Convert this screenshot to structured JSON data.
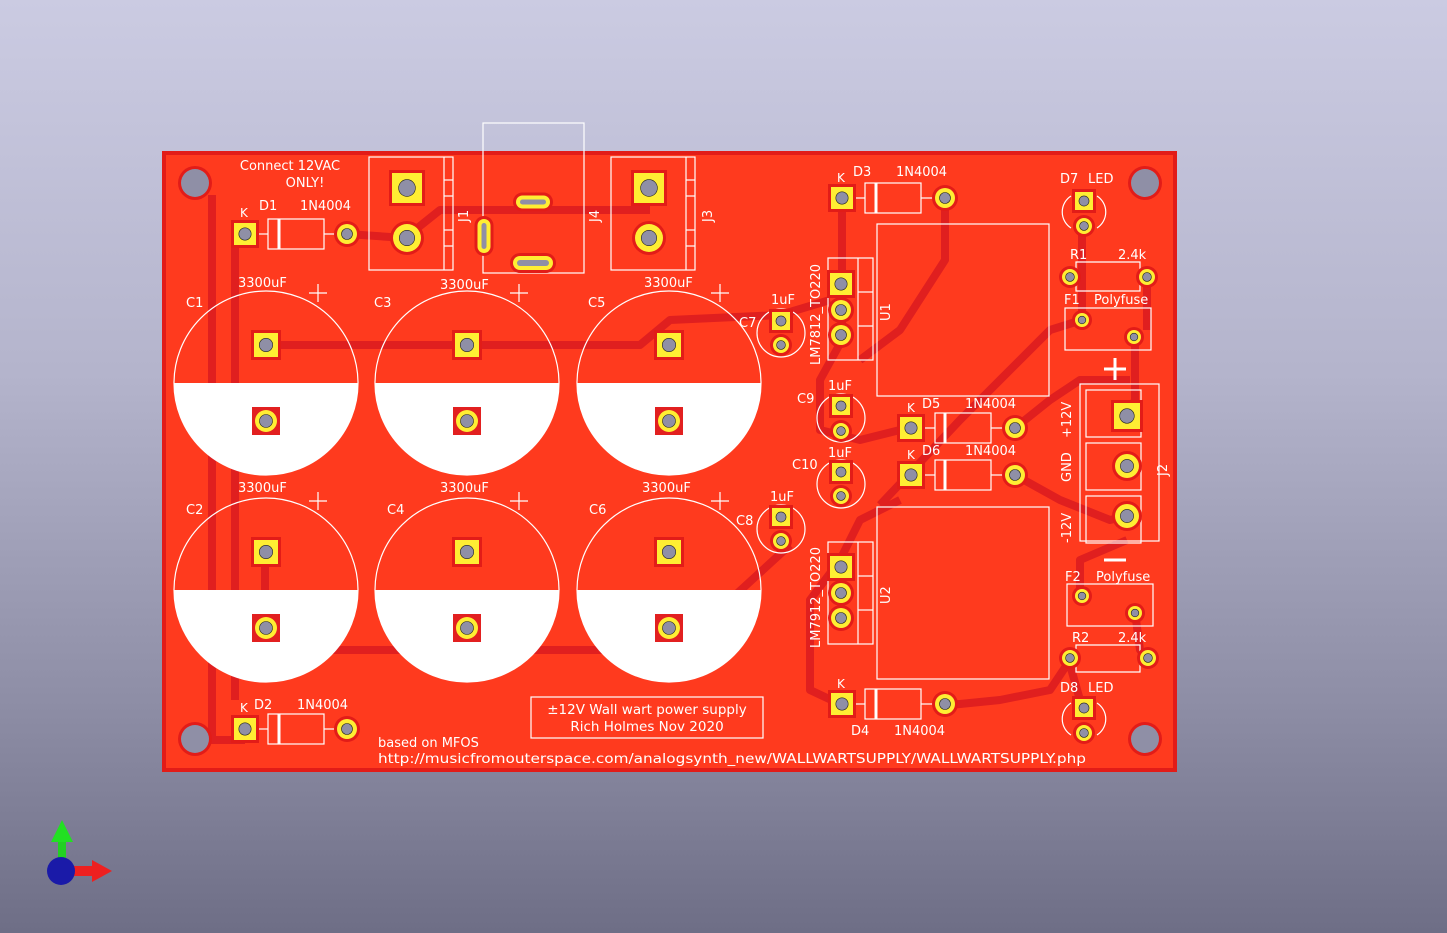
{
  "viewer": {
    "title": "3D Viewer"
  },
  "colors": {
    "board": "#ff3a1e",
    "board_edge": "#e21c18",
    "trace": "#e02020",
    "pad": "#ffee33",
    "hole": "#8f8fa6",
    "silk": "#ffffff"
  },
  "board_text": {
    "connect_note_line1": "Connect 12VAC",
    "connect_note_line2": "ONLY!",
    "title_line1": "±12V Wall wart power supply",
    "title_line2": "Rich Holmes Nov 2020",
    "based_on": "based on MFOS",
    "url": "http://musicfromouterspace.com/analogsynth_new/WALLWARTSUPPLY/WALLWARTSUPPLY.php"
  },
  "components": {
    "D1": {
      "ref": "D1",
      "value": "1N4004",
      "pin": "K"
    },
    "D2": {
      "ref": "D2",
      "value": "1N4004",
      "pin": "K"
    },
    "D3": {
      "ref": "D3",
      "value": "1N4004",
      "pin": "K"
    },
    "D4": {
      "ref": "D4",
      "value": "1N4004",
      "pin": "K"
    },
    "D5": {
      "ref": "D5",
      "value": "1N4004",
      "pin": "K"
    },
    "D6": {
      "ref": "D6",
      "value": "1N4004",
      "pin": "K"
    },
    "D7": {
      "ref": "D7",
      "value": "LED"
    },
    "D8": {
      "ref": "D8",
      "value": "LED"
    },
    "C1": {
      "ref": "C1",
      "value": "3300uF"
    },
    "C2": {
      "ref": "C2",
      "value": "3300uF"
    },
    "C3": {
      "ref": "C3",
      "value": "3300uF"
    },
    "C4": {
      "ref": "C4",
      "value": "3300uF"
    },
    "C5": {
      "ref": "C5",
      "value": "3300uF"
    },
    "C6": {
      "ref": "C6",
      "value": "3300uF"
    },
    "C7": {
      "ref": "C7",
      "value": "1uF"
    },
    "C8": {
      "ref": "C8",
      "value": "1uF"
    },
    "C9": {
      "ref": "C9",
      "value": "1uF"
    },
    "C10": {
      "ref": "C10",
      "value": "1uF"
    },
    "J1": {
      "ref": "J1"
    },
    "J2": {
      "ref": "J2",
      "pins": [
        "+12V",
        "GND",
        "-12V"
      ]
    },
    "J3": {
      "ref": "J3"
    },
    "J4": {
      "ref": "J4"
    },
    "U1": {
      "ref": "U1",
      "value": "LM7812_TO220"
    },
    "U2": {
      "ref": "U2",
      "value": "LM7912_TO220"
    },
    "R1": {
      "ref": "R1",
      "value": "2.4k"
    },
    "R2": {
      "ref": "R2",
      "value": "2.4k"
    },
    "F1": {
      "ref": "F1",
      "value": "Polyfuse"
    },
    "F2": {
      "ref": "F2",
      "value": "Polyfuse"
    }
  },
  "symbols": {
    "plus": "+",
    "minus": "−"
  },
  "axes": {
    "x": "x-axis",
    "y": "y-axis",
    "z": "z-axis"
  }
}
